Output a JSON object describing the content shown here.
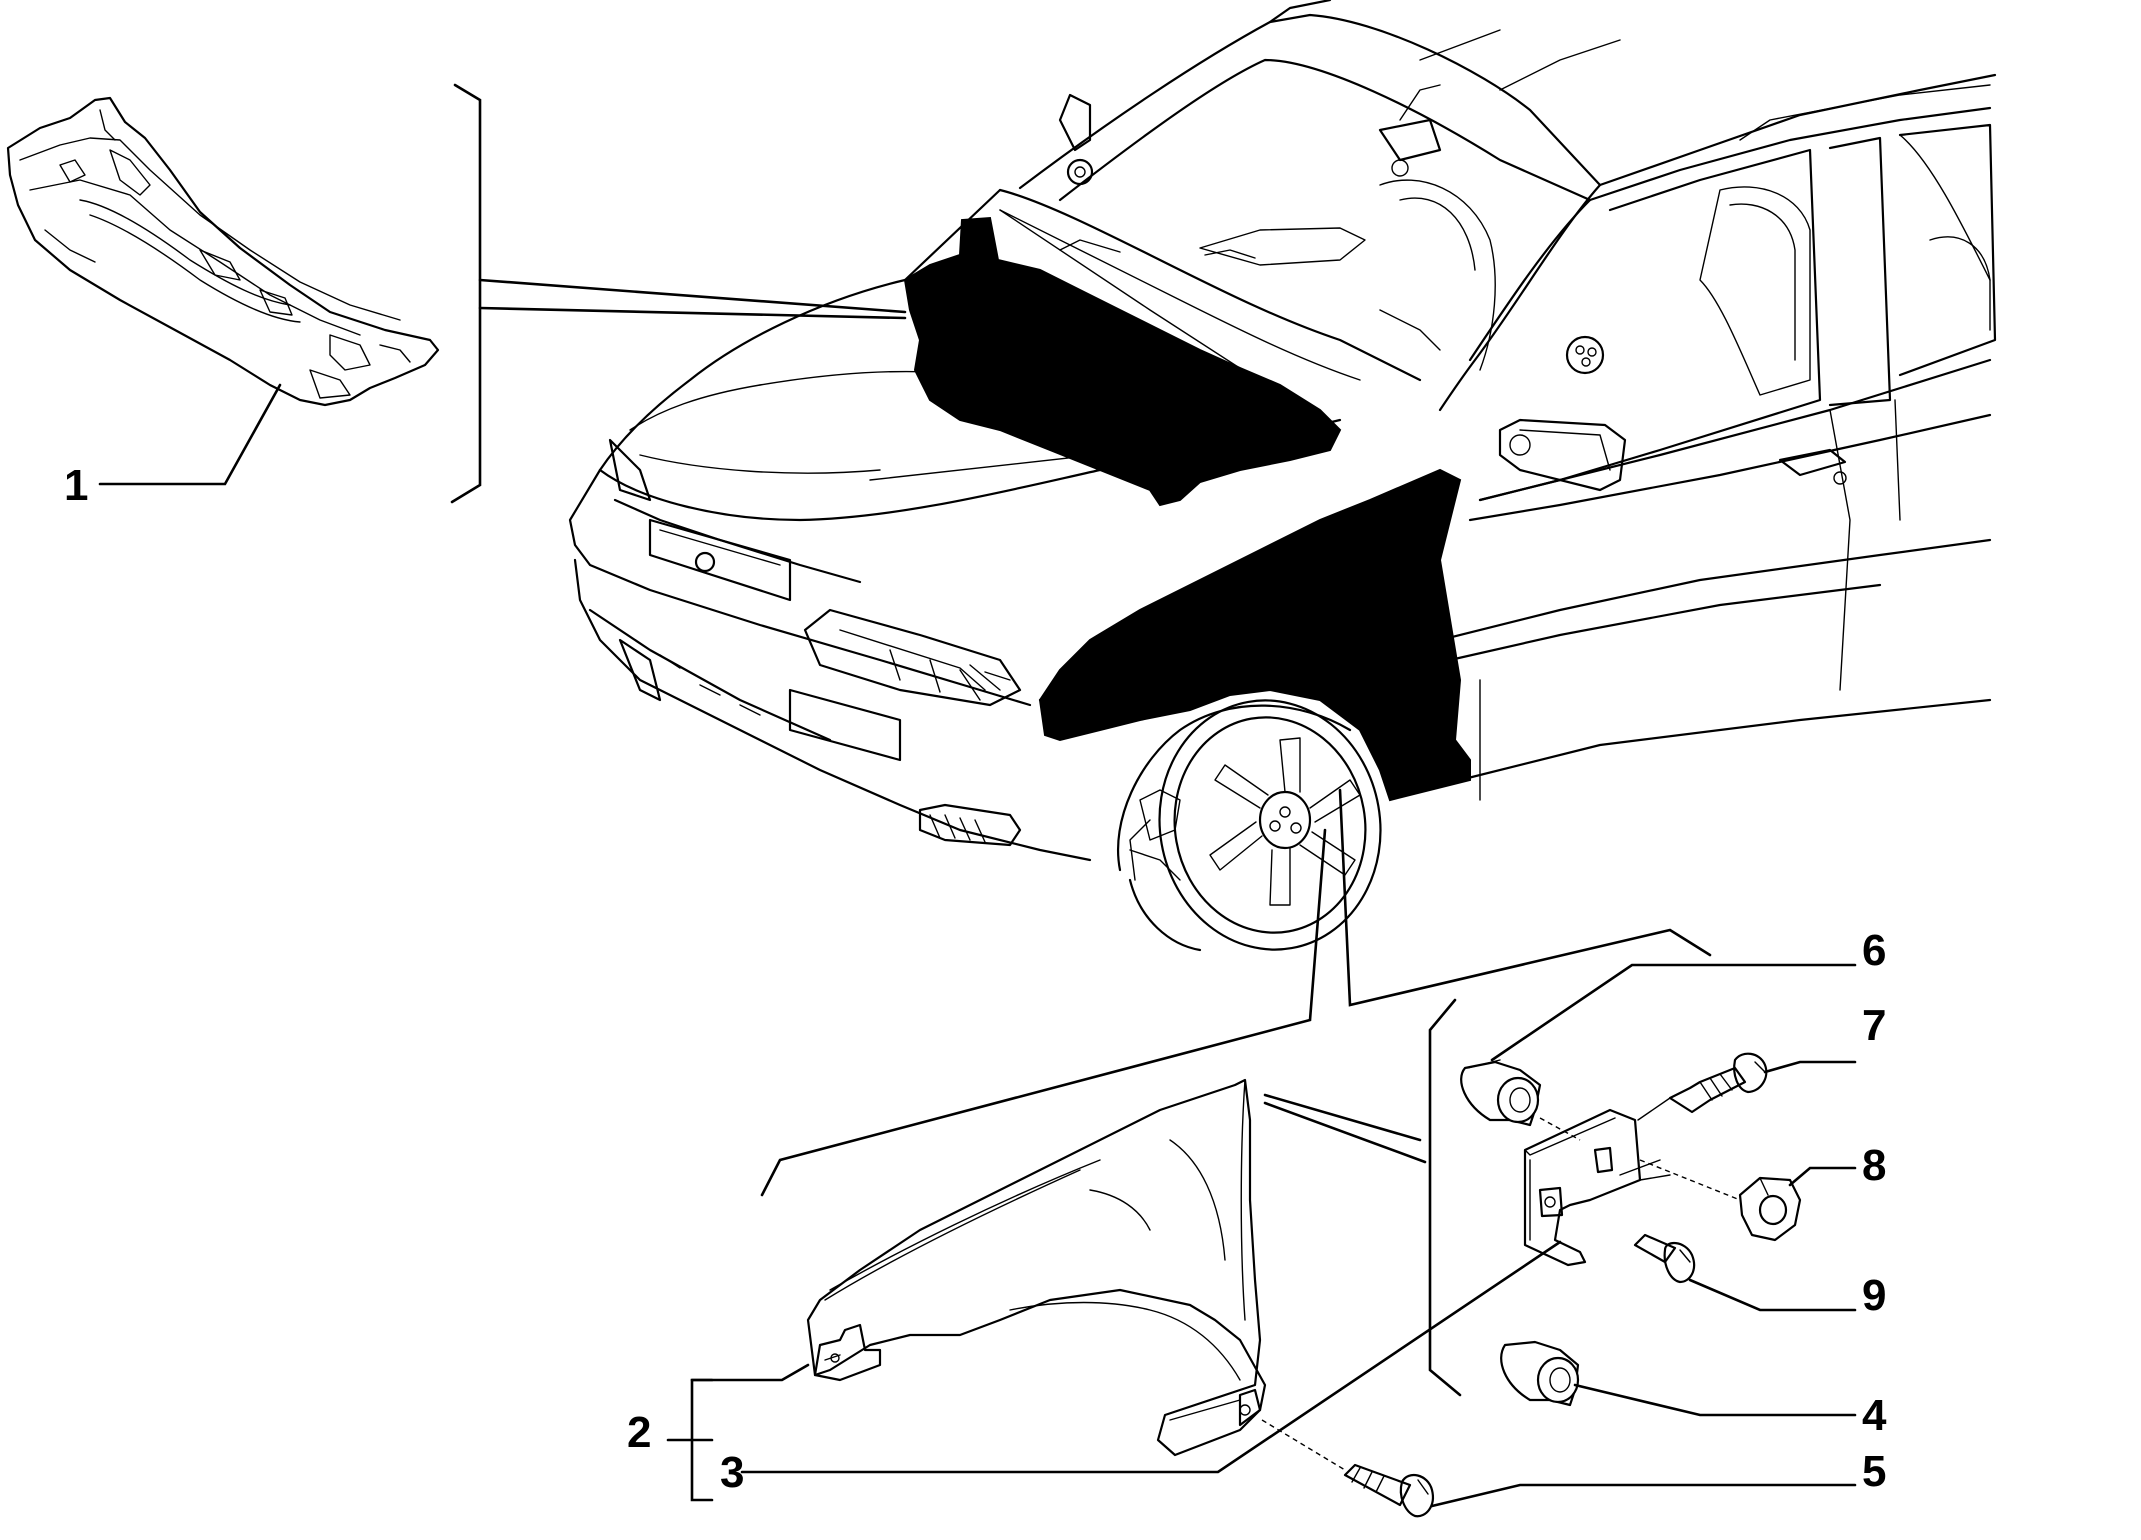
{
  "diagram": {
    "callouts": [
      {
        "id": "1",
        "label": "1"
      },
      {
        "id": "2",
        "label": "2"
      },
      {
        "id": "3",
        "label": "3"
      },
      {
        "id": "4",
        "label": "4"
      },
      {
        "id": "5",
        "label": "5"
      },
      {
        "id": "6",
        "label": "6"
      },
      {
        "id": "7",
        "label": "7"
      },
      {
        "id": "8",
        "label": "8"
      },
      {
        "id": "9",
        "label": "9"
      }
    ],
    "parts": [
      {
        "callout": "1",
        "icon": "cowl-panel-icon"
      },
      {
        "callout": "2",
        "icon": "front-fender-icon"
      },
      {
        "callout": "3",
        "icon": "fender-bracket-icon"
      },
      {
        "callout": "4",
        "icon": "bushing-icon"
      },
      {
        "callout": "5",
        "icon": "bolt-icon"
      },
      {
        "callout": "6",
        "icon": "bushing-icon"
      },
      {
        "callout": "7",
        "icon": "screw-icon"
      },
      {
        "callout": "8",
        "icon": "hex-nut-icon"
      },
      {
        "callout": "9",
        "icon": "bolt-icon"
      }
    ],
    "colors": {
      "line": "#000000",
      "highlight": "#000000",
      "background": "#ffffff"
    }
  }
}
